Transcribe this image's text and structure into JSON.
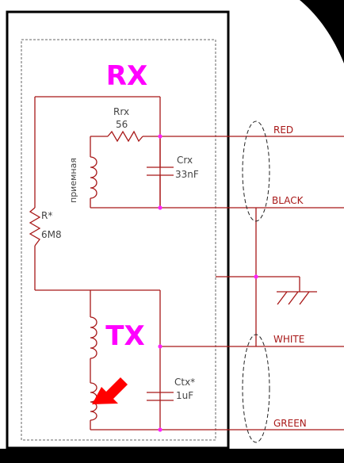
{
  "title_rx": "RX",
  "title_tx": "TX",
  "components": {
    "rrx_name": "Rrx",
    "rrx_value": "56",
    "crx_name": "Crx",
    "crx_value": "33nF",
    "r_name": "R*",
    "r_value": "6M8",
    "ctx_name": "Ctx*",
    "ctx_value": "1uF",
    "coil_label": "приемная"
  },
  "wires": {
    "red": "RED",
    "black": "BLACK",
    "white": "WHITE",
    "green": "GREEN"
  },
  "colors": {
    "title": "#ff00ff",
    "wire": "#a81818",
    "junction": "#ff22ff",
    "arrow": "#ff0000",
    "box": "#000000",
    "text": "#444444"
  }
}
